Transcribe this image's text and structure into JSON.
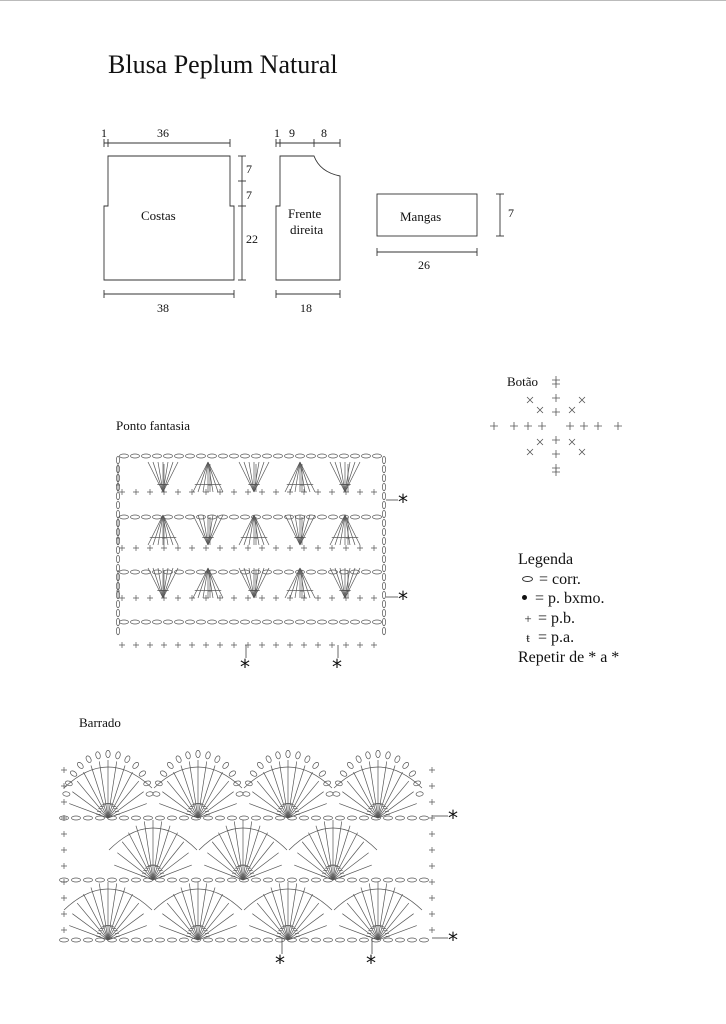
{
  "title": "Blusa Peplum Natural",
  "schematic": {
    "costas": {
      "label": "Costas",
      "dims": {
        "edge": "1",
        "top": "36",
        "h1": "7",
        "h2": "7",
        "h3": "22",
        "bottom": "38"
      }
    },
    "frente": {
      "label_line1": "Frente",
      "label_line2": "direita",
      "dims": {
        "edge": "1",
        "top1": "9",
        "top2": "8",
        "bottom": "18"
      }
    },
    "mangas": {
      "label": "Mangas",
      "dims": {
        "height": "7",
        "bottom": "26"
      }
    }
  },
  "sections": {
    "botao": "Botão",
    "ponto_fantasia": "Ponto fantasia",
    "barrado": "Barrado"
  },
  "repeat_marker": "*",
  "legend": {
    "title": "Legenda",
    "items": [
      {
        "icon": "chain-oval-icon",
        "text": "= corr."
      },
      {
        "icon": "slip-stitch-dot-icon",
        "text": "= p. bxmo."
      },
      {
        "icon": "single-crochet-cross-icon",
        "symbol": "+",
        "text": "= p.b."
      },
      {
        "icon": "double-crochet-icon",
        "symbol": "ŧ",
        "text": "= p.a."
      }
    ],
    "repeat_note": "Repetir de * a *"
  },
  "colors": {
    "ink": "#111111",
    "line": "#333333"
  }
}
